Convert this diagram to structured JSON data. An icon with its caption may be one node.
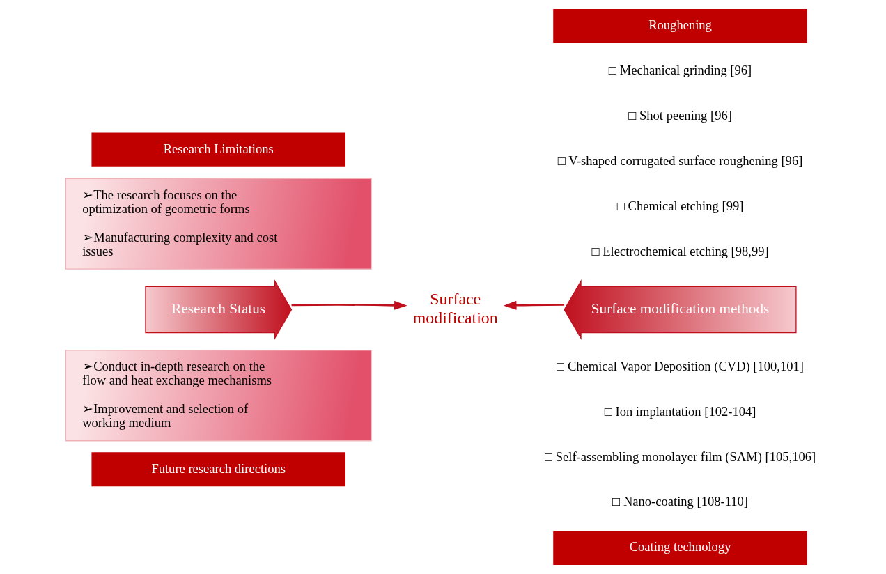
{
  "diagram": {
    "nodes": [
      {
        "text": [
          "Research Limitations"
        ]
      },
      {
        "text": [
          "Roughening"
        ]
      },
      {
        "text": [
          "➢The research focuses on the optimization of geometric forms",
          "➢Manufacturing complexity and cost issues"
        ]
      },
      {
        "text": [
          "Research Status"
        ]
      },
      {
        "text": [
          "Surface modification"
        ]
      },
      {
        "text": [
          "Surface modification methods"
        ]
      },
      {
        "text": [
          "➢Conduct in-depth research on the flow and heat exchange mechanisms",
          "➢Improvement and selection of working medium"
        ]
      },
      {
        "text": [
          "Future research directions"
        ]
      },
      {
        "text": [
          "Coating technology"
        ]
      }
    ],
    "edges": [
      {
        "from": 3,
        "to": 4,
        "arrow": "to"
      },
      {
        "from": 5,
        "to": 4,
        "arrow": "to"
      }
    ],
    "labels": [
      "□ Mechanical grinding [96]",
      "□ Shot peening [96]",
      "□ V-shaped corrugated surface roughening [96]",
      "□ Chemical etching [99]",
      "□ Electrochemical etching [98,99]",
      "□ Chemical Vapor Deposition (CVD) [100,101]",
      "□ Ion implantation [102-104]",
      "□ Self-assembling monolayer film (SAM) [105,106]",
      "□ Nano-coating [108-110]"
    ]
  }
}
